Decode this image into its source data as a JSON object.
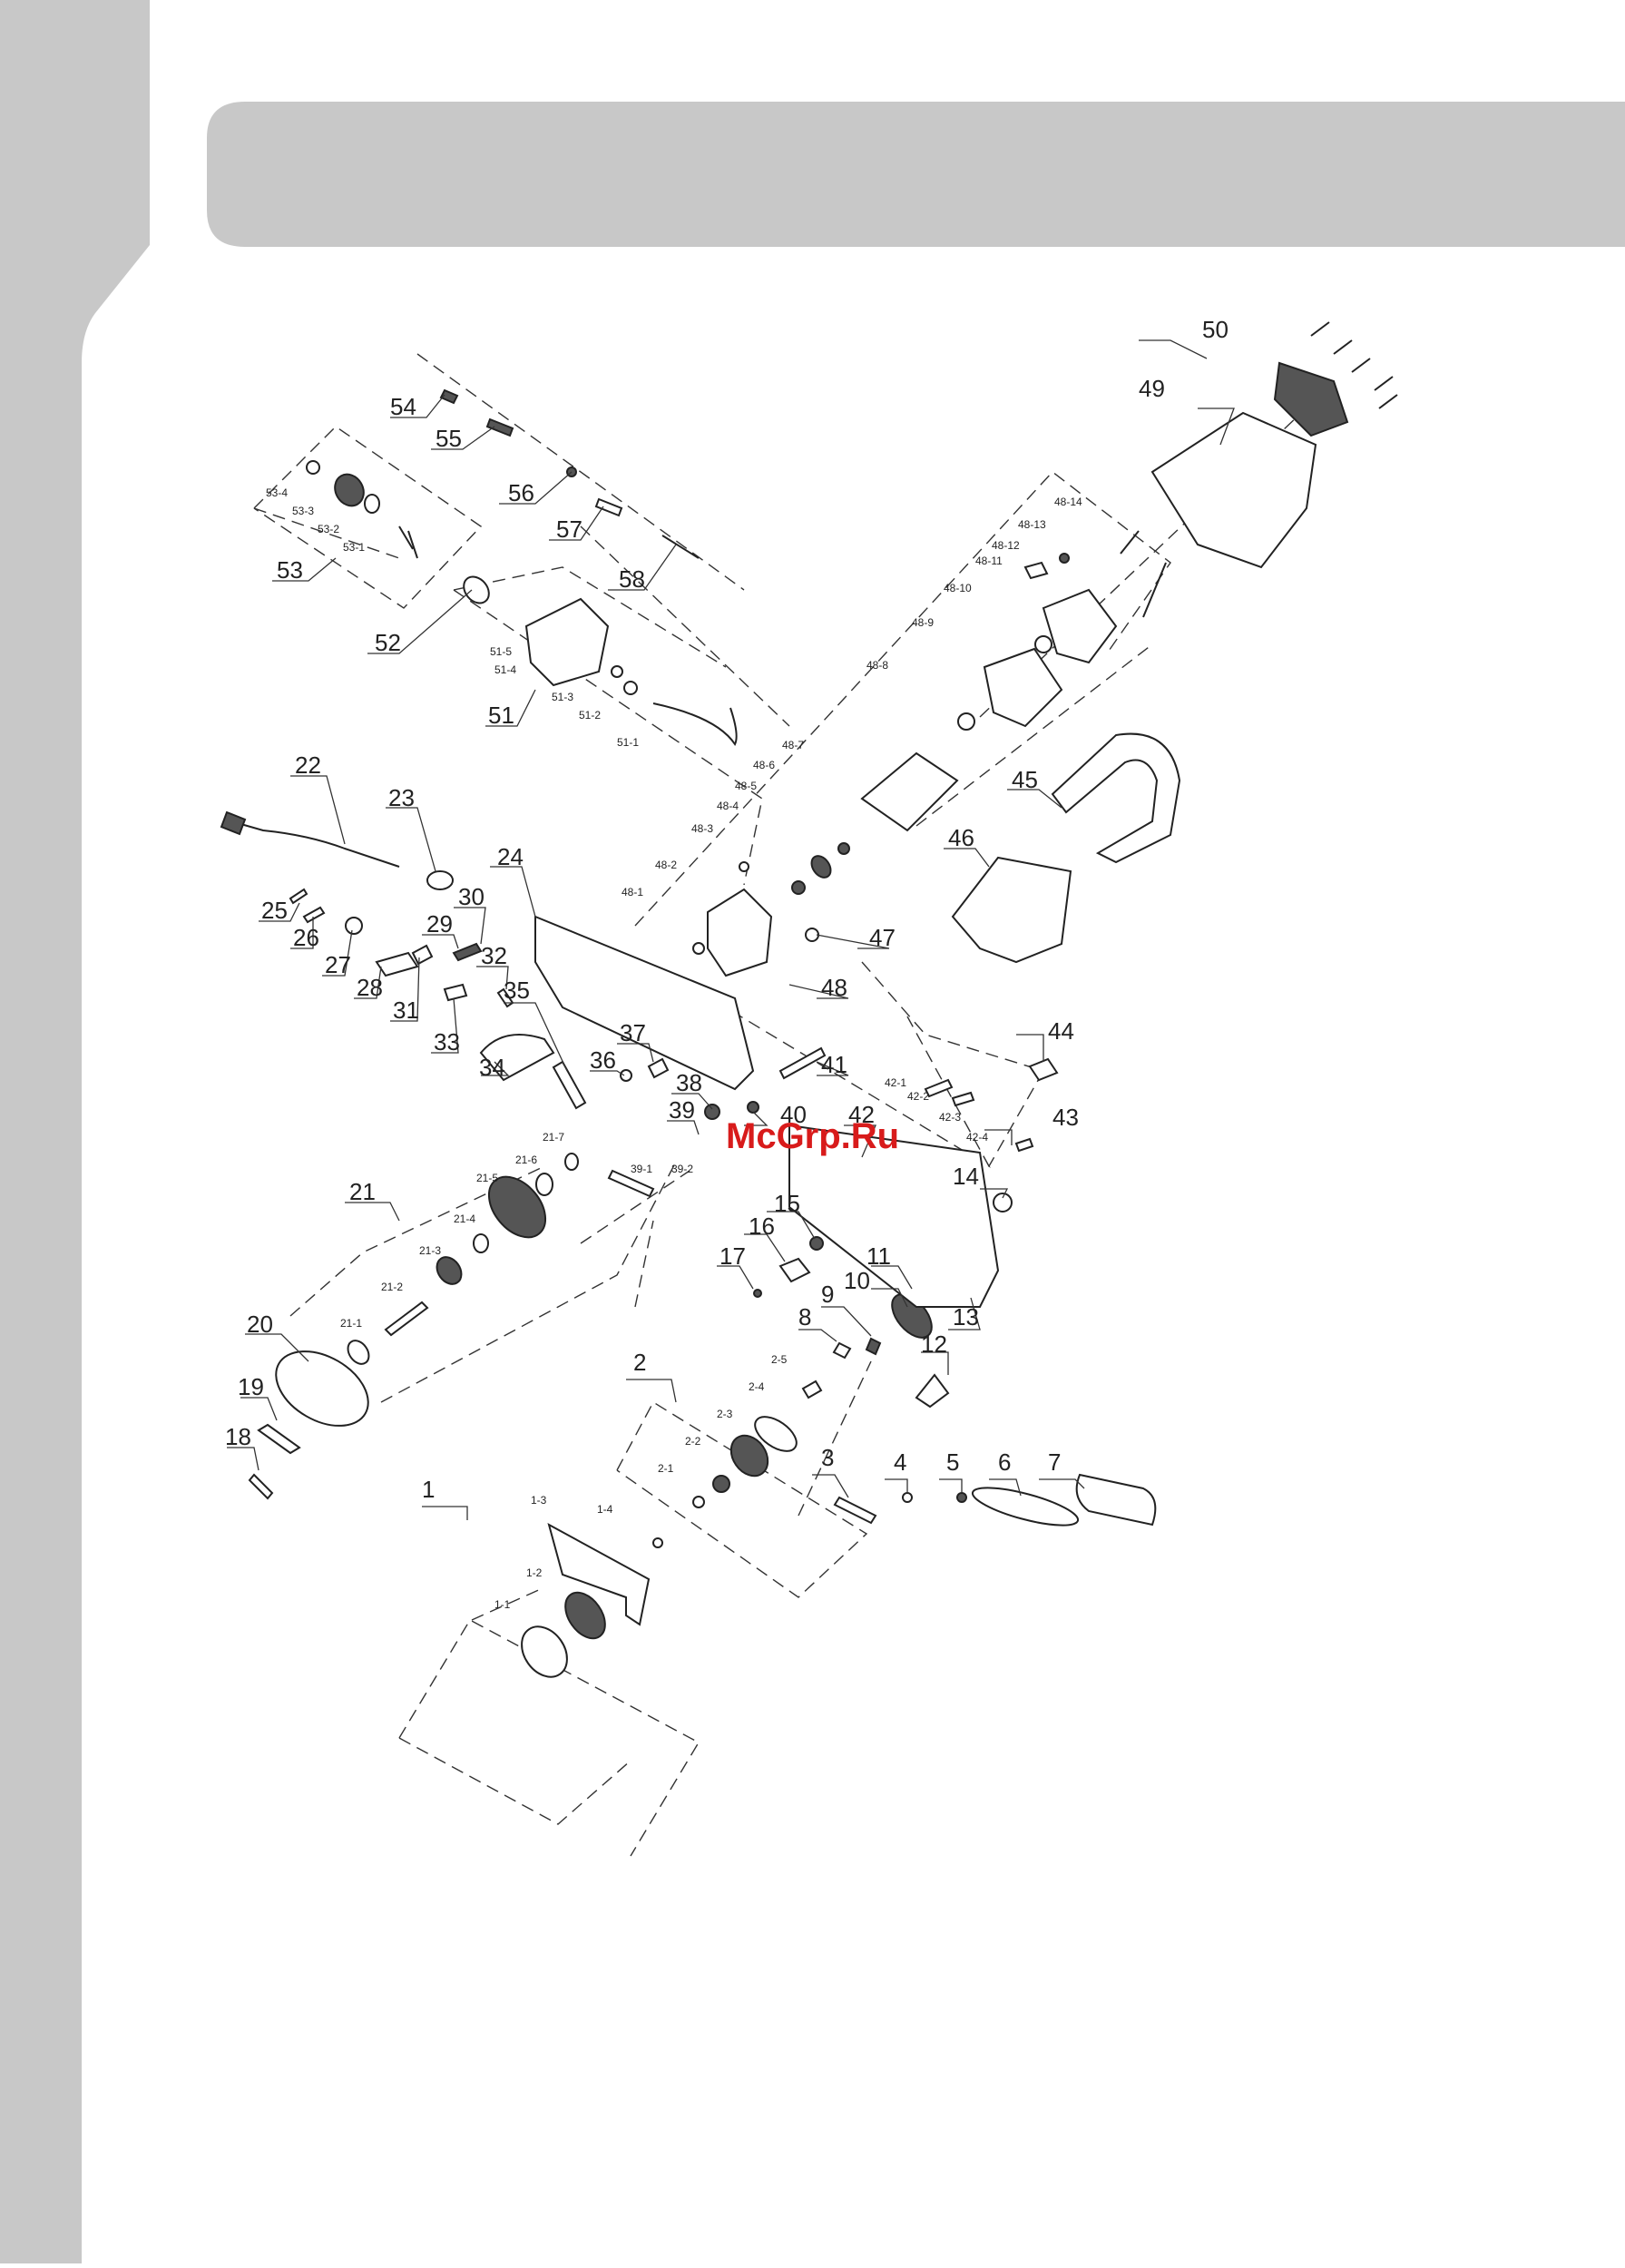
{
  "watermark": "McGrp.Ru",
  "colors": {
    "frame_gray": "#c8c8c8",
    "line": "#222222",
    "watermark_red": "#d81b1b"
  },
  "callouts": {
    "c1": "1",
    "c1_1": "1-1",
    "c1_2": "1-2",
    "c1_3": "1-3",
    "c1_4": "1-4",
    "c2": "2",
    "c2_1": "2-1",
    "c2_2": "2-2",
    "c2_3": "2-3",
    "c2_4": "2-4",
    "c2_5": "2-5",
    "c3": "3",
    "c4": "4",
    "c5": "5",
    "c6": "6",
    "c7": "7",
    "c8": "8",
    "c9": "9",
    "c10": "10",
    "c11": "11",
    "c12": "12",
    "c13": "13",
    "c14": "14",
    "c15": "15",
    "c16": "16",
    "c17": "17",
    "c18": "18",
    "c19": "19",
    "c20": "20",
    "c21": "21",
    "c21_1": "21-1",
    "c21_2": "21-2",
    "c21_3": "21-3",
    "c21_4": "21-4",
    "c21_5": "21-5",
    "c21_6": "21-6",
    "c21_7": "21-7",
    "c22": "22",
    "c23": "23",
    "c24": "24",
    "c25": "25",
    "c26": "26",
    "c27": "27",
    "c28": "28",
    "c29": "29",
    "c30": "30",
    "c31": "31",
    "c32": "32",
    "c33": "33",
    "c34": "34",
    "c35": "35",
    "c36": "36",
    "c37": "37",
    "c38": "38",
    "c39": "39",
    "c39_1": "39-1",
    "c39_2": "39-2",
    "c40": "40",
    "c41": "41",
    "c42": "42",
    "c42_1": "42-1",
    "c42_2": "42-2",
    "c42_3": "42-3",
    "c42_4": "42-4",
    "c43": "43",
    "c44": "44",
    "c45": "45",
    "c46": "46",
    "c47": "47",
    "c48": "48",
    "c48_1": "48-1",
    "c48_2": "48-2",
    "c48_3": "48-3",
    "c48_4": "48-4",
    "c48_5": "48-5",
    "c48_6": "48-6",
    "c48_7": "48-7",
    "c48_8": "48-8",
    "c48_9": "48-9",
    "c48_10": "48-10",
    "c48_11": "48-11",
    "c48_12": "48-12",
    "c48_13": "48-13",
    "c48_14": "48-14",
    "c49": "49",
    "c50": "50",
    "c51": "51",
    "c51_1": "51-1",
    "c51_2": "51-2",
    "c51_3": "51-3",
    "c51_4": "51-4",
    "c51_5": "51-5",
    "c52": "52",
    "c53": "53",
    "c53_1": "53-1",
    "c53_2": "53-2",
    "c53_3": "53-3",
    "c53_4": "53-4",
    "c54": "54",
    "c55": "55",
    "c56": "56",
    "c57": "57",
    "c58": "58"
  }
}
